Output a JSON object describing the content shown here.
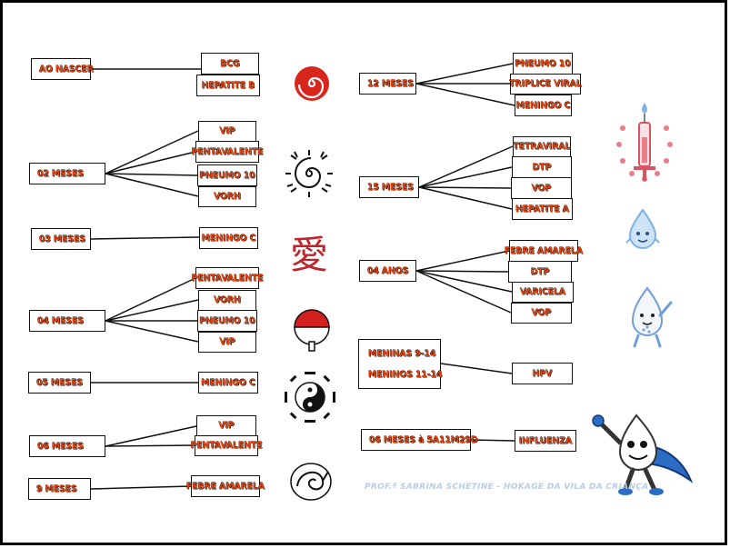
{
  "schedule": {
    "ao_nascer": {
      "age": "AO NASCER",
      "vaccines": [
        "BCG",
        "HEPATITE B"
      ]
    },
    "m02": {
      "age": "02 MESES",
      "vaccines": [
        "VIP",
        "PENTAVALENTE",
        "PNEUMO 10",
        "VORH"
      ]
    },
    "m03": {
      "age": "03 MESES",
      "vaccines": [
        "MENINGO C"
      ]
    },
    "m04": {
      "age": "04 MESES",
      "vaccines": [
        "PENTAVALENTE",
        "VORH",
        "PNEUMO 10",
        "VIP"
      ]
    },
    "m05": {
      "age": "05 MESES",
      "vaccines": [
        "MENINGO C"
      ]
    },
    "m06": {
      "age": "06 MESES",
      "vaccines": [
        "VIP",
        "PENTAVALENTE"
      ]
    },
    "m09": {
      "age": "9 MESES",
      "vaccines": [
        "FEBRE AMARELA"
      ]
    },
    "m12": {
      "age": "12 MESES",
      "vaccines": [
        "PNEUMO 10",
        "TRIPLICE VIRAL",
        "MENINGO C"
      ]
    },
    "m15": {
      "age": "15 MESES",
      "vaccines": [
        "TETRAVIRAL",
        "DTP",
        "VOP",
        "HEPATITE A"
      ]
    },
    "a04": {
      "age": "04 ANOS",
      "vaccines": [
        "FEBRE AMARELA",
        "DTP",
        "VARICELA",
        "VOP"
      ]
    },
    "hpv": {
      "age_lines": [
        "MENINAS 9-14",
        "MENINOS 11-14"
      ],
      "vaccines": [
        "HPV"
      ]
    },
    "flu": {
      "age": "06 MESES à 5A11M29D",
      "vaccines": [
        "INFLUENZA"
      ]
    }
  },
  "footer": "PROF.ª SABRINA SCHETINE - HOKAGE DA VILA DA CRIANÇA",
  "symbols": [
    {
      "name": "uzumaki-spiral-icon",
      "color": "#d8261c"
    },
    {
      "name": "eight-trigrams-seal-icon",
      "color": "#111111"
    },
    {
      "name": "gaara-love-kanji-icon",
      "color": "#c0242b"
    },
    {
      "name": "uchiha-fan-icon",
      "color": "#d41f1f"
    },
    {
      "name": "hyuga-yin-yang-icon",
      "color": "#111111"
    },
    {
      "name": "konoha-leaf-icon",
      "color": "#111111"
    }
  ],
  "mascots": [
    {
      "name": "vaccine-syringe-icon",
      "color": "#e87f8a"
    },
    {
      "name": "droplet-mascot-icon",
      "color": "#7fb2e5"
    },
    {
      "name": "droplet-mascot-waving-icon",
      "color": "#6f9ed8"
    },
    {
      "name": "superhero-droplet-mascot-icon",
      "color": "#2b6cc4"
    }
  ]
}
